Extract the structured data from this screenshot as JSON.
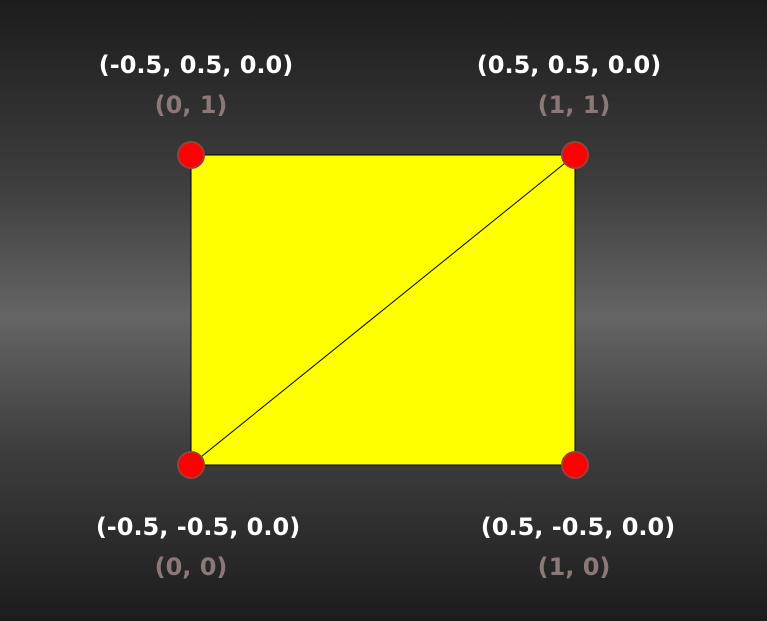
{
  "colors": {
    "quad_fill": "#ffff00",
    "edge": "#000000",
    "vertex_fill": "#ff0000",
    "vertex_stroke": "#9a3f3f",
    "position_text": "#ffffff",
    "uv_text": "#8d7878"
  },
  "vertices": [
    {
      "id": "top-left",
      "position": "(-0.5, 0.5, 0.0)",
      "uv": "(0, 1)"
    },
    {
      "id": "top-right",
      "position": "(0.5, 0.5, 0.0)",
      "uv": "(1, 1)"
    },
    {
      "id": "bottom-left",
      "position": "(-0.5, -0.5, 0.0)",
      "uv": "(0, 0)"
    },
    {
      "id": "bottom-right",
      "position": "(0.5, -0.5, 0.0)",
      "uv": "(1, 0)"
    }
  ]
}
